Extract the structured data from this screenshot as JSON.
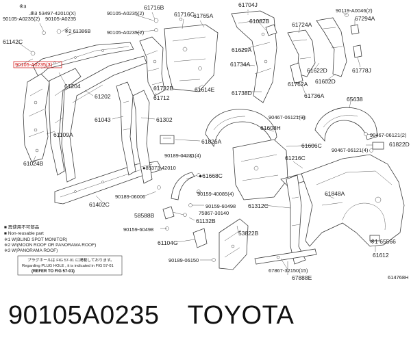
{
  "labels": {
    "p53497": "※3 53497-42010(X)",
    "p90105a_top": "※3",
    "p90105_0235_1": "90105-A0235(2)",
    "p90105_0235_2": "90105-A0235",
    "p61142c": "61142C",
    "p61386b": "※2 61386B",
    "p90105a_hl": "90105-A0235(3)",
    "p61716b": "61716B",
    "p90105_0235_3": "90105-A0235(2)",
    "p90105_0235_4": "90105-A0235(2)",
    "p61716c": "61716C",
    "p61765a": "61765A",
    "p61704": "61704J",
    "p61082b": "61082B",
    "p61629a": "61629A",
    "p61734a": "61734A",
    "p61738d": "61738D",
    "p61724a": "61724A",
    "p90119": "90119-A0046(2)",
    "p67294a": "67294A",
    "p61622d": "61622D",
    "p61778j": "61778J",
    "p61602d": "61602D",
    "p61762a": "61762A",
    "p61736a": "61736A",
    "p61204": "61204",
    "p61202": "61202",
    "p61732b": "61732B",
    "p61614e": "61614E",
    "p61712": "61712",
    "p61043": "61043",
    "p61302": "61302",
    "p61109a": "61109A",
    "p61024b": "61024B",
    "p61826a": "61826A",
    "p90189_04231": "90189-04231(4)",
    "p85373": "●85373-42010",
    "p61668c": "●61668C",
    "p90189_06006": "90189-06006",
    "p90159_40085": "90159-40085(4)",
    "p90159_60498a": "90159-60498",
    "p75867": "75867-30140",
    "p61132b": "61132B",
    "p90159_60498b": "90159-60498",
    "p58588b": "58588B",
    "p61104g": "61104G",
    "p53822b": "53822B",
    "p90189_06150": "90189-06150",
    "p61402c": "61402C",
    "p61312c": "61312C",
    "p61608h": "61608H",
    "p90467_a": "90467-06121(3)",
    "p65638": "65638",
    "p90467_b": "90467-06121(2)",
    "p61606c": "61606C",
    "p90467_c": "90467-06121(4)",
    "p61822d": "61822D",
    "p61216c": "61216C",
    "p61848a": "61848A",
    "p65566": "※1 65566",
    "p61612": "61612",
    "p67867": "67867-32150(15)",
    "p67888e": "67888E",
    "diagram_id": "614768H"
  },
  "legend": {
    "line1": "■ 再使用不可部品",
    "line2": "■ Non-reusable part",
    "line3": "※1 W(BLIND SPOT MONITOR)",
    "line4": "※2 W/(MOON ROOF OR PANORAMA ROOF)",
    "line5": "※3 W(PANORAMA ROOF)"
  },
  "note": {
    "line1": "プラグホールは FIG 57-01 に掲載しております。",
    "line2": "Regarding  PLUG  HOLE , it is indicated in FIG 57-01",
    "line3": "(REFER TO FIG 57-01)"
  },
  "caption": {
    "part_number": "90105A0235",
    "brand": "TOYOTA"
  }
}
